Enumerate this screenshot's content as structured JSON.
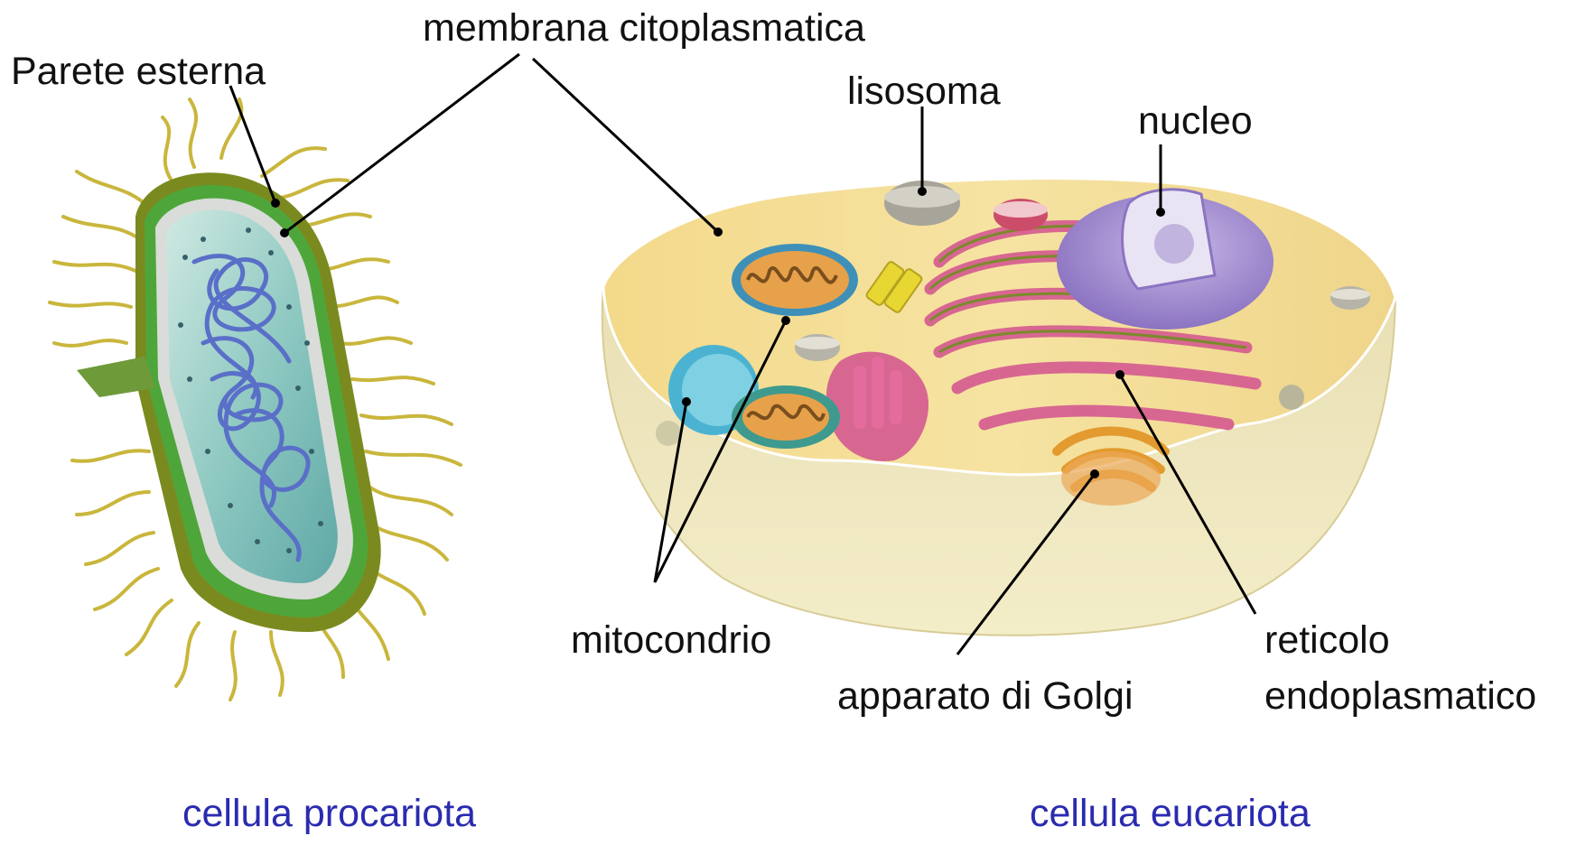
{
  "labels": {
    "parete_esterna": "Parete esterna",
    "membrana_citoplasmatica": "membrana citoplasmatica",
    "lisosoma": "lisosoma",
    "nucleo": "nucleo",
    "mitocondrio": "mitocondrio",
    "apparato_golgi": "apparato di Golgi",
    "reticolo_line1": "reticolo",
    "reticolo_line2": "endoplasmatico"
  },
  "captions": {
    "procariota": "cellula procariota",
    "eucariota": "cellula eucariota"
  },
  "colors": {
    "label_text": "#111111",
    "caption_text": "#2b2bb0",
    "leader_line": "#000000"
  }
}
